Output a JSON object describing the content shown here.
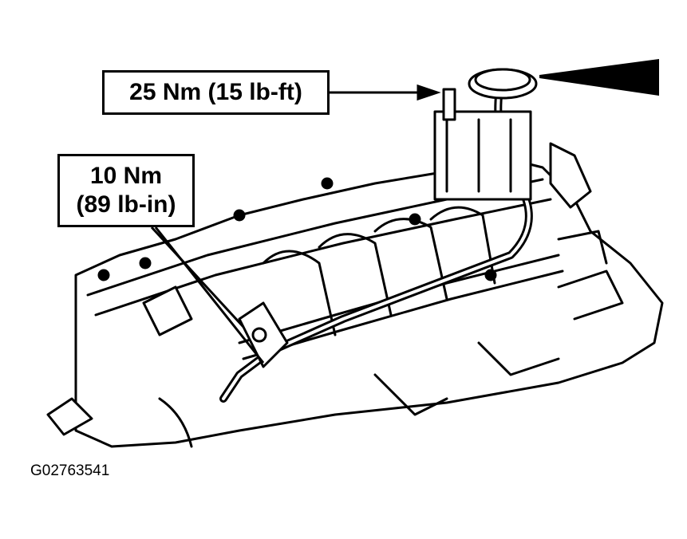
{
  "callouts": {
    "cap_bolt_torque": {
      "line1": "25 Nm (15 lb-ft)"
    },
    "bracket_bolt_torque": {
      "line1": "10 Nm",
      "line2": "(89 lb-in)"
    }
  },
  "figure_id": "G02763541",
  "colors": {
    "ink": "#000000",
    "paper": "#ffffff"
  }
}
